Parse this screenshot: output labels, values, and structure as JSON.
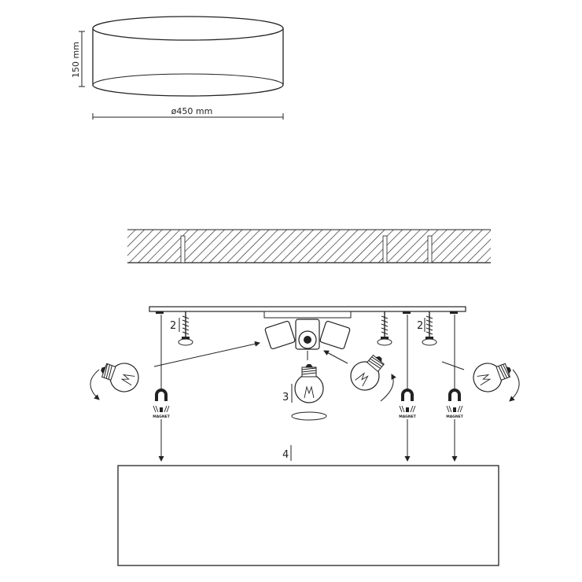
{
  "dimensions": {
    "height_label": "150 mm",
    "diameter_label": "ø450 mm"
  },
  "steps": {
    "step_2_left": "2",
    "step_2_right": "2",
    "step_3": "3",
    "step_4": "4"
  },
  "magnets": [
    {
      "label": "MAGNET"
    },
    {
      "label": "MAGNET"
    },
    {
      "label": "MAGNET"
    }
  ],
  "colors": {
    "line": "#222222",
    "background": "#ffffff"
  }
}
